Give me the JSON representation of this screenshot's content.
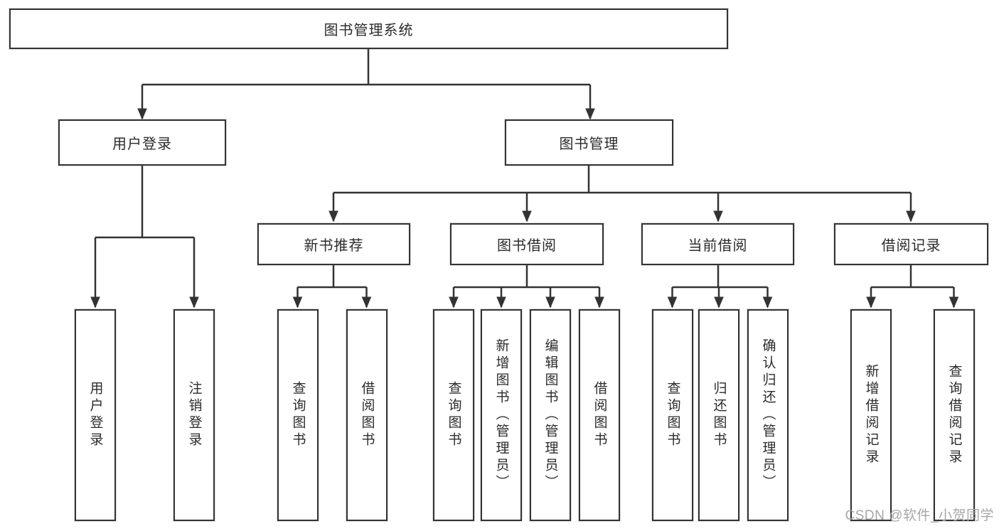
{
  "diagram": {
    "root": {
      "label": "图书管理系统"
    },
    "level2": [
      {
        "label": "用户登录",
        "children": [
          {
            "label": "用户登录"
          },
          {
            "label": "注销登录"
          }
        ]
      },
      {
        "label": "图书管理",
        "children": [
          {
            "label": "新书推荐",
            "children": [
              {
                "label": "查询图书"
              },
              {
                "label": "借阅图书"
              }
            ]
          },
          {
            "label": "图书借阅",
            "children": [
              {
                "label": "查询图书"
              },
              {
                "label": "新增图书（管理员）"
              },
              {
                "label": "编辑图书（管理员）"
              },
              {
                "label": "借阅图书"
              }
            ]
          },
          {
            "label": "当前借阅",
            "children": [
              {
                "label": "查询图书"
              },
              {
                "label": "归还图书"
              },
              {
                "label": "确认归还（管理员）"
              }
            ]
          },
          {
            "label": "借阅记录",
            "children": [
              {
                "label": "新增借阅记录"
              },
              {
                "label": "查询借阅记录"
              }
            ]
          }
        ]
      }
    ],
    "colors": {
      "line": "#333333",
      "box_border": "#333333",
      "text": "#2b2b2b",
      "watermark": "#a6a6a6"
    }
  },
  "watermark": {
    "text": "CSDN @软件_小贺同学"
  }
}
